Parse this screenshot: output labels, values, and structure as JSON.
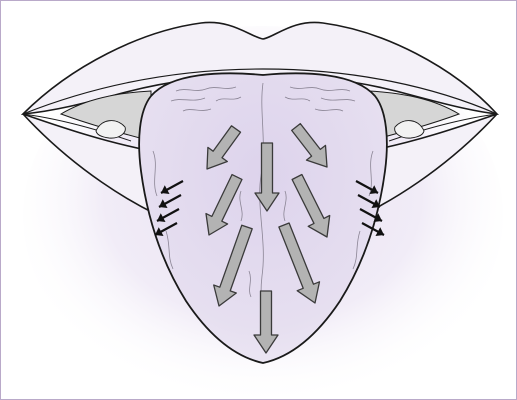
{
  "figure": {
    "subject": "tongue-in-open-mouth",
    "colors": {
      "frame_border": "#b9a9c9",
      "halo": "#efe9f6",
      "tongue_fill": "#e6dff0",
      "lip_fill": "#f4f1f8",
      "teeth_fill": "#d6d6d6",
      "outline": "#1a1a1a",
      "texture": "#8a8494",
      "big_arrow_fill": "#b3b3b3",
      "big_arrow_stroke": "#3a3a3a",
      "small_arrow": "#111111"
    },
    "large_arrows": [
      {
        "id": "upper-left",
        "direction": "down-left"
      },
      {
        "id": "upper-center",
        "direction": "down"
      },
      {
        "id": "upper-right",
        "direction": "down-right"
      },
      {
        "id": "mid-left",
        "direction": "down-left"
      },
      {
        "id": "mid-right",
        "direction": "down-right"
      },
      {
        "id": "lower-left",
        "direction": "down-left"
      },
      {
        "id": "lower-right",
        "direction": "down-right"
      },
      {
        "id": "tip",
        "direction": "down"
      }
    ],
    "side_arrows": {
      "left": {
        "count": 4,
        "direction": "down-left"
      },
      "right": {
        "count": 4,
        "direction": "down-right"
      }
    }
  }
}
